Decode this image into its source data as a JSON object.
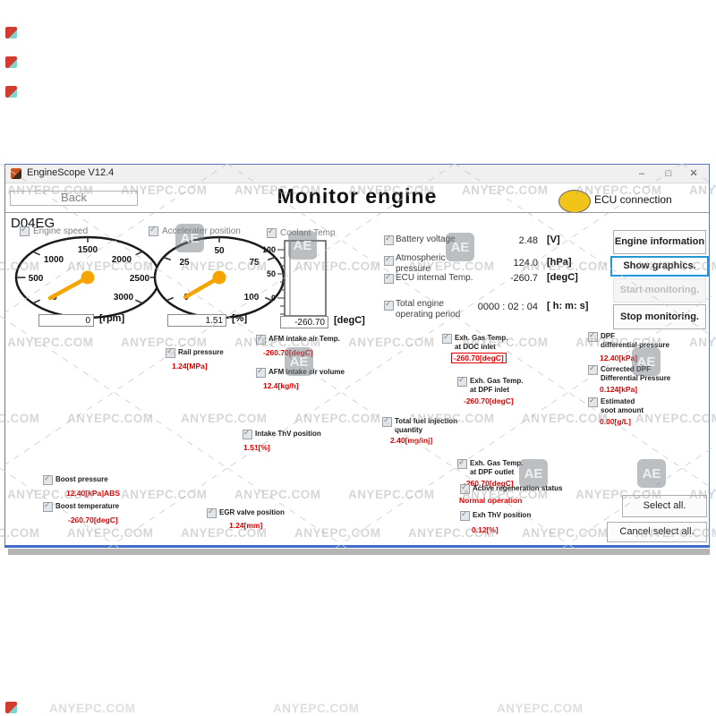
{
  "watermark": {
    "text": "ANYEPC.COM",
    "badge": "AE"
  },
  "titlebar": {
    "title": "EngineScope V12.4",
    "minimize": "–",
    "maximize": "□",
    "close": "✕"
  },
  "header": {
    "back_label": "Back",
    "page_title": "Monitor engine",
    "ecu_label": "ECU connection"
  },
  "model_code": "D04EG",
  "gauges": {
    "engine_speed": {
      "label": "Engine speed",
      "ticks": [
        "0",
        "500",
        "1000",
        "1500",
        "2000",
        "2500",
        "3000"
      ],
      "value": "0",
      "unit": "[rpm]"
    },
    "accelerator": {
      "label": "Accelerater position",
      "ticks": [
        "0",
        "25",
        "50",
        "75",
        "100"
      ],
      "value": "1.51",
      "unit": "[%]"
    },
    "coolant": {
      "label": "Coolant Temp",
      "ticks": [
        "100",
        "50",
        "0"
      ],
      "value": "-260.70",
      "unit": "[degC]"
    }
  },
  "readouts": [
    {
      "label": "Battery voltage",
      "value": "2.48",
      "unit": "[V]"
    },
    {
      "label": "Atmospheric\npressure",
      "value": "124.0",
      "unit": "[hPa]"
    },
    {
      "label": "ECU internal Temp.",
      "value": "-260.7",
      "unit": "[degC]"
    },
    {
      "label": "Total engine\noperating period",
      "value": "0000 : 02 : 04",
      "unit": "[ h: m: s]"
    }
  ],
  "actions": {
    "engine_info": "Engine information",
    "show_graphics": "Show graphics.",
    "start": "Start monitoring.",
    "stop": "Stop monitoring.",
    "select_all": "Select all.",
    "cancel_select_all": "Cancel select all."
  },
  "diagram": {
    "sensors": [
      {
        "label": "Rail pressure",
        "value": "1.24[MPa]"
      },
      {
        "label": "AFM intake air Temp.",
        "value": "-260.70[degC]"
      },
      {
        "label": "AFM intake air volume",
        "value": "12.4[kg/h]"
      },
      {
        "label": "Exh. Gas Temp.\nat DOC inlet",
        "value": "-260.70[degC]"
      },
      {
        "label": "DPF\ndifferential pressure",
        "value": "12.40[kPa]"
      },
      {
        "label": "Corrected DPF\nDifferential Pressure",
        "value": "0.124[kPa]"
      },
      {
        "label": "Estimated\nsoot amount",
        "value": "0.00[g/L]"
      },
      {
        "label": "Exh. Gas Temp.\nat DPF inlet",
        "value": "-260.70[degC]"
      },
      {
        "label": "Total fuel injection\nquantity",
        "value": "2.40[mg/inj]"
      },
      {
        "label": "Intake ThV position",
        "value": "1.51[%]"
      },
      {
        "label": "Exh. Gas Temp.\nat DPF outlet",
        "value": "-260.70[degC]"
      },
      {
        "label": "Active regeneration status",
        "value": "Normal operation"
      },
      {
        "label": "Boost pressure",
        "value": "12.40[kPa]ABS"
      },
      {
        "label": "Boost temperature",
        "value": "-260.70[degC]"
      },
      {
        "label": "EGR valve position",
        "value": "1.24[mm]"
      },
      {
        "label": "Exh ThV position",
        "value": "0.12[%]"
      }
    ]
  }
}
